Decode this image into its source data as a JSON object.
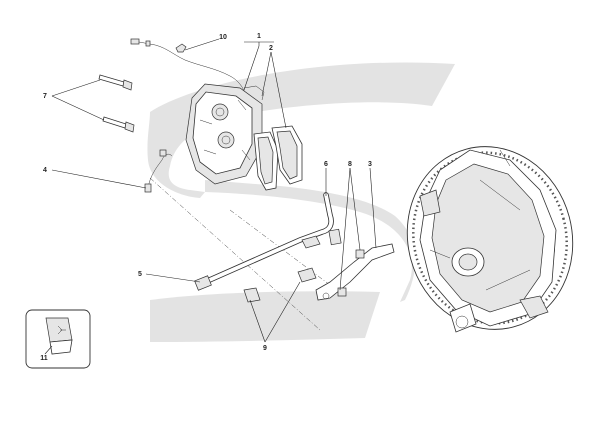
{
  "callouts": {
    "c1": "1",
    "c2": "2",
    "c3": "3",
    "c4": "4",
    "c5": "5",
    "c6": "6",
    "c7": "7",
    "c8": "8",
    "c9": "9",
    "c10": "10",
    "c11": "11"
  },
  "colors": {
    "watermark": "#e3e3e3",
    "line": "#333333",
    "panel_fill": "#f4f4f4"
  }
}
